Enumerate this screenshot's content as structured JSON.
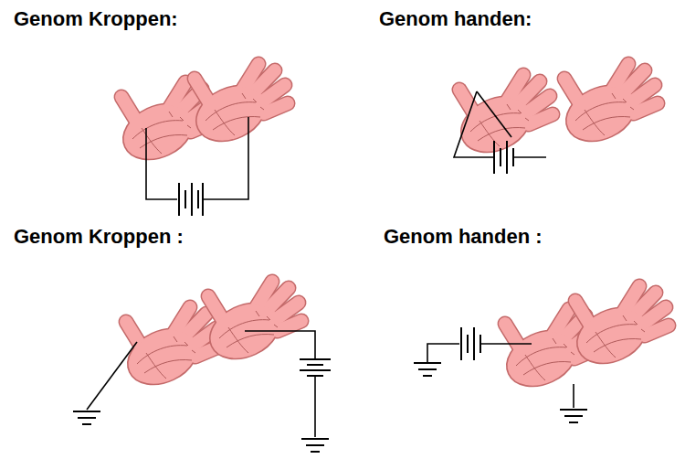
{
  "diagram": {
    "labels": [
      "Genom Kroppen:",
      "Genom handen:",
      "Genom Kroppen :",
      "Genom handen :"
    ]
  }
}
